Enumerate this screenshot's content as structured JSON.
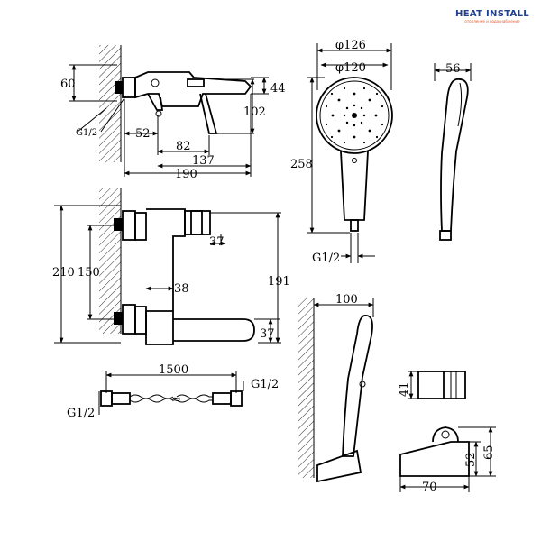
{
  "brand": {
    "name": "HEAT INSTALL",
    "tagline": "отопление и водоснабжение",
    "accent_color": "#1f3f8f",
    "secondary_color": "#e2582a"
  },
  "mixer_side_view": {
    "height_60": "60",
    "spout_44": "44",
    "depth_102": "102",
    "connection": "G1/2",
    "offset_52": "52",
    "length_82": "82",
    "length_137": "137",
    "length_190": "190"
  },
  "mixer_top_view": {
    "height_210": "210",
    "center_150": "150",
    "handle_37": "37",
    "offset_38": "38",
    "length_191": "191",
    "spout_37": "37"
  },
  "hand_shower": {
    "diameter_126": "φ126",
    "diameter_120": "φ120",
    "length_258": "258",
    "connection": "G1/2",
    "thickness_56": "56"
  },
  "hose": {
    "length": "1500",
    "connection_left": "G1/2",
    "connection_right": "G1/2"
  },
  "wall_holder": {
    "projection": "100"
  },
  "bracket": {
    "height_41": "41",
    "height_52": "52",
    "height_65": "65",
    "width_70": "70"
  }
}
